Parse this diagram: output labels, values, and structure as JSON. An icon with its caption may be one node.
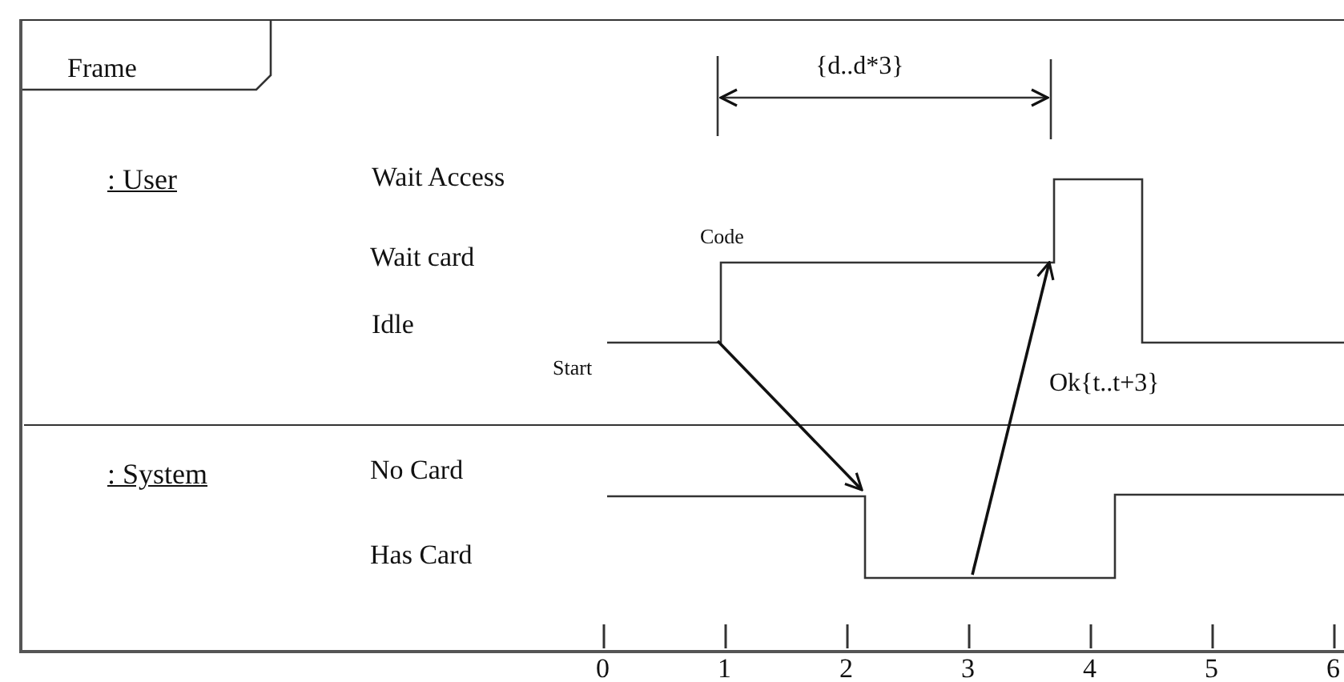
{
  "diagram": {
    "nodes": [
      {
        "text": [
          "Frame"
        ]
      },
      {
        "text": [
          ": User"
        ],
        "in": 0
      },
      {
        "text": [
          ": System"
        ],
        "in": 0
      },
      {
        "text": [],
        "shape": "line",
        "in": 1
      },
      {
        "text": [],
        "shape": "line",
        "in": 2
      }
    ],
    "edges": [
      {
        "from": 3,
        "to": 4,
        "arrow": "to"
      },
      {
        "from": 4,
        "to": 3,
        "arrow": "to",
        "label": "Ok{t..t+3}"
      }
    ],
    "labels": [
      "{d..d*3}",
      "Wait Access",
      "Code",
      "Wait card",
      "Idle",
      "Start",
      "No Card",
      "Has Card",
      "0",
      "1",
      "2",
      "3",
      "4",
      "5",
      "6"
    ]
  }
}
